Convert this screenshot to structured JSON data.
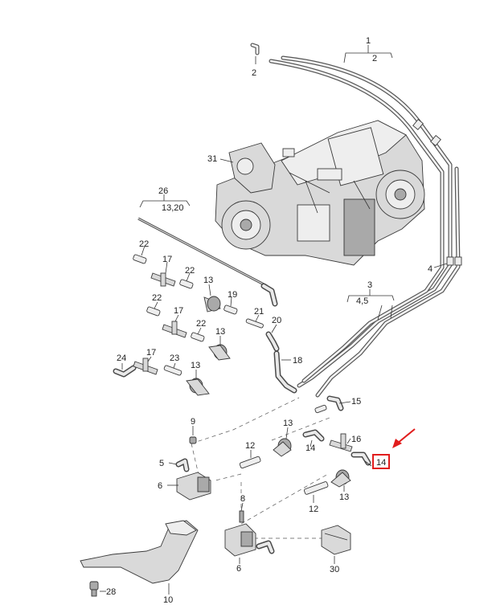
{
  "diagram": {
    "highlight_color": "#e11d1d",
    "labels": {
      "p1": "1",
      "p2_top": "2",
      "p2_left": "2",
      "p3": "3",
      "p45": "4,5",
      "p4": "4",
      "p26": "26",
      "p1320": "13,20",
      "p31": "31",
      "p22a": "22",
      "p17a": "17",
      "p22b": "22",
      "p13a": "13",
      "p19": "19",
      "p21": "21",
      "p20": "20",
      "p22c": "22",
      "p17b": "17",
      "p22d": "22",
      "p13b": "13",
      "p24": "24",
      "p17c": "17",
      "p23": "23",
      "p13c": "13",
      "p18": "18",
      "p15": "15",
      "p9": "9",
      "p13d": "13",
      "p12a": "12",
      "p14a": "14",
      "p16": "16",
      "p5": "5",
      "p6a": "6",
      "p14_highlight": "14",
      "p13e": "13",
      "p12b": "12",
      "p8": "8",
      "p6b": "6",
      "p30": "30",
      "p28": "28",
      "p10": "10"
    }
  }
}
